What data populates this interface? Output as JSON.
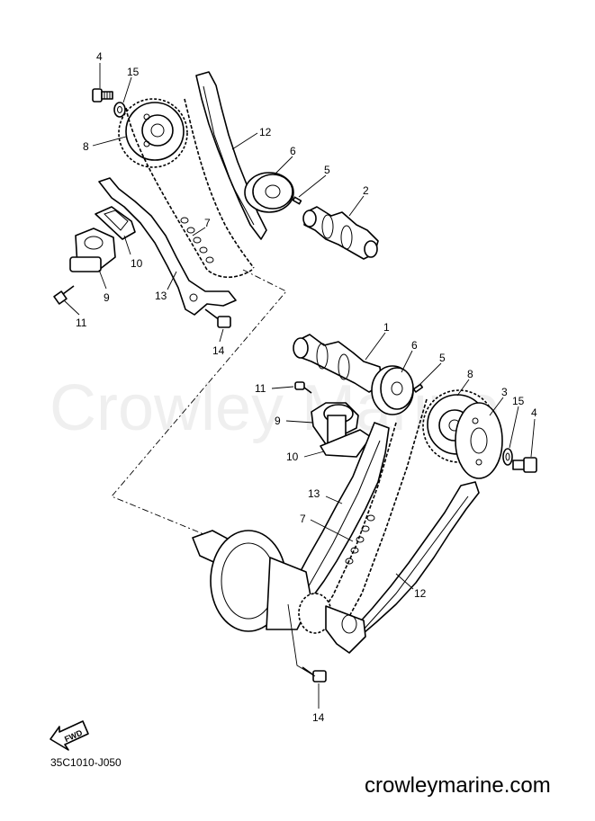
{
  "watermark": "Crowley Marine",
  "diagram_code": "35C1010-J050",
  "website": "crowleymarine.com",
  "fwd_label": "FWD",
  "callouts": {
    "c1": "1",
    "c2": "2",
    "c3": "3",
    "c4a": "4",
    "c4b": "4",
    "c5a": "5",
    "c5b": "5",
    "c6a": "6",
    "c6b": "6",
    "c7a": "7",
    "c7b": "7",
    "c8a": "8",
    "c8b": "8",
    "c9a": "9",
    "c9b": "9",
    "c10a": "10",
    "c10b": "10",
    "c11a": "11",
    "c11b": "11",
    "c12a": "12",
    "c12b": "12",
    "c13a": "13",
    "c13b": "13",
    "c14a": "14",
    "c14b": "14",
    "c15a": "15",
    "c15b": "15"
  }
}
